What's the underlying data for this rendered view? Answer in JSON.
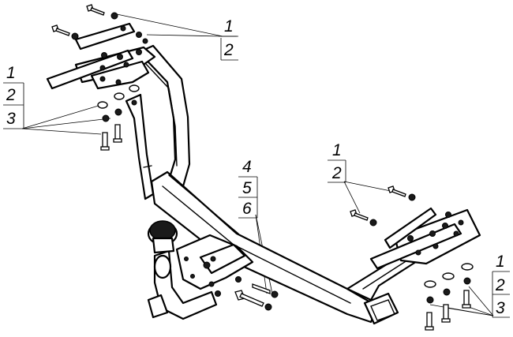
{
  "callouts": [
    {
      "id": "a",
      "items": [
        "1",
        "2"
      ]
    },
    {
      "id": "b",
      "items": [
        "1",
        "2",
        "3"
      ]
    },
    {
      "id": "c",
      "items": [
        "4",
        "5",
        "6"
      ]
    },
    {
      "id": "d",
      "items": [
        "1",
        "2"
      ]
    },
    {
      "id": "e",
      "items": [
        "1",
        "2",
        "3"
      ]
    }
  ]
}
